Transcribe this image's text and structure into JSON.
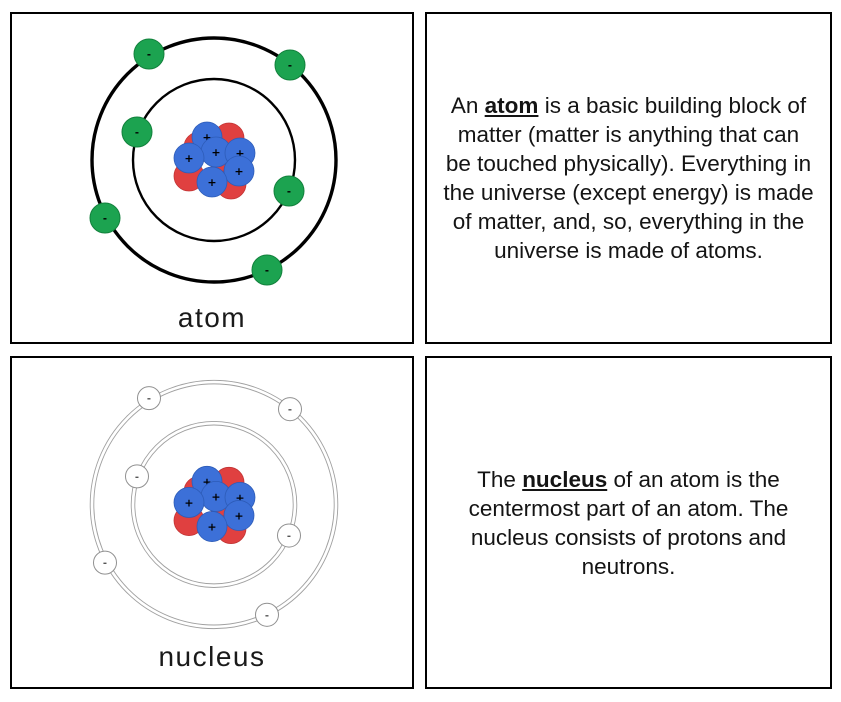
{
  "page": {
    "background": "#ffffff"
  },
  "cards": {
    "atom_picture": {
      "label": "atom",
      "electron_sign": "-",
      "proton_sign": "+",
      "style": "colored",
      "colors": {
        "orbit": "#000000",
        "electron_fill": "#1ca350",
        "electron_stroke": "#12813c",
        "proton": "#3c70d8",
        "proton_stroke": "#2d5cb8",
        "neutron": "#e04040",
        "neutron_stroke": "#c23434",
        "sign": "#000000",
        "proton_sign_color": "#000000"
      }
    },
    "atom_text": {
      "pre": "An ",
      "keyword": "atom",
      "post": " is a basic building block of matter (matter is anything that can be touched physically). Everything in the universe (except energy) is made of matter, and, so, everything in the universe is made of atoms."
    },
    "nucleus_picture": {
      "label": "nucleus",
      "electron_sign": "-",
      "proton_sign": "+",
      "style": "grayscale_orbits",
      "colors": {
        "orbit": "#a0a0a0",
        "electron_fill": "#ffffff",
        "electron_stroke": "#909090",
        "proton": "#3c70d8",
        "proton_stroke": "#2d5cb8",
        "neutron": "#e04040",
        "neutron_stroke": "#c23434",
        "sign": "#555555",
        "proton_sign_color": "#000000"
      }
    },
    "nucleus_text": {
      "pre": "The ",
      "keyword": "nucleus",
      "post": " of an atom is the centermost part of an atom. The nucleus consists of protons and neutrons."
    }
  }
}
